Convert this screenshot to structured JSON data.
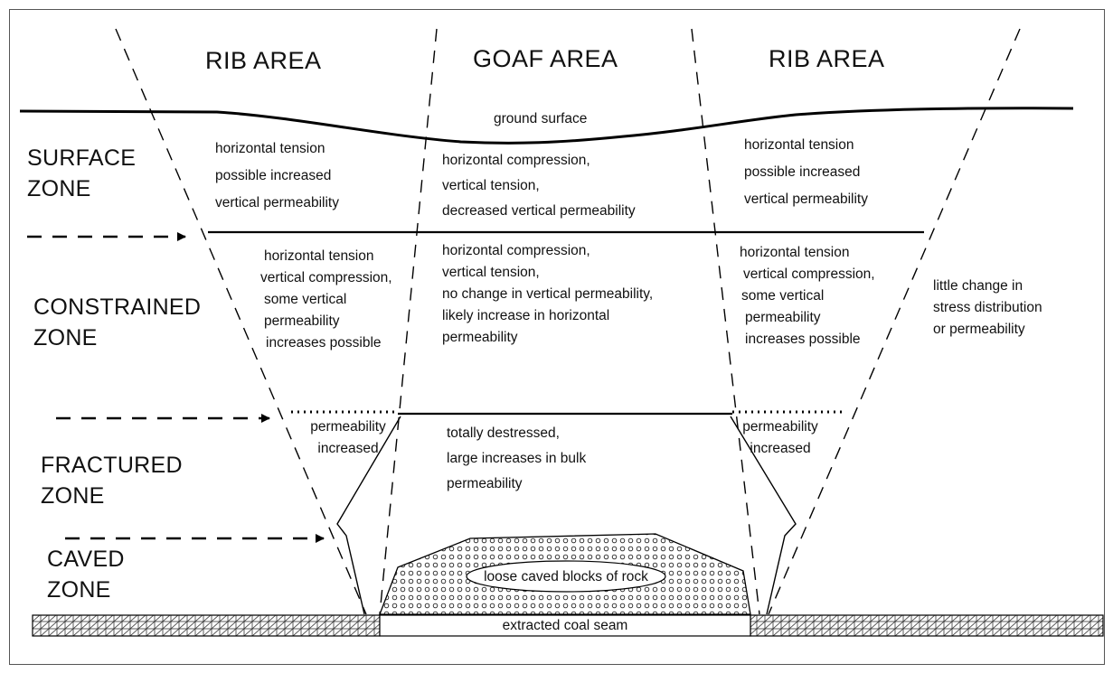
{
  "headers": {
    "rib_left": "RIB AREA",
    "goaf": "GOAF AREA",
    "rib_right": "RIB AREA"
  },
  "zones": {
    "surface": [
      "SURFACE",
      "ZONE"
    ],
    "constrained": [
      "CONSTRAINED",
      "ZONE"
    ],
    "fractured": [
      "FRACTURED",
      "ZONE"
    ],
    "caved": [
      "CAVED",
      "ZONE"
    ]
  },
  "labels": {
    "ground_surface": "ground surface",
    "loose_blocks": "loose caved blocks of rock",
    "coal_seam": "extracted coal seam"
  },
  "notes": {
    "surface_left": [
      "horizontal tension",
      "possible increased",
      "vertical permeability"
    ],
    "surface_center": [
      "horizontal compression,",
      "vertical tension,",
      "decreased vertical permeability"
    ],
    "surface_right": [
      "horizontal tension",
      "possible increased",
      "vertical permeability"
    ],
    "constrained_left": [
      "horizontal tension",
      "vertical compression,",
      "some vertical",
      "permeability",
      "increases possible"
    ],
    "constrained_center": [
      "horizontal compression,",
      "vertical tension,",
      "no change in vertical permeability,",
      "likely increase in horizontal",
      "permeability"
    ],
    "constrained_right": [
      "horizontal tension",
      "vertical compression,",
      "some vertical",
      "permeability",
      "increases possible"
    ],
    "outside": [
      "little change in",
      "stress distribution",
      "or permeability"
    ],
    "fractured_left": [
      "permeability",
      "increased"
    ],
    "fractured_center": [
      "totally destressed,",
      "large increases in bulk",
      "permeability"
    ],
    "fractured_right": [
      "permeability",
      "increased"
    ]
  }
}
